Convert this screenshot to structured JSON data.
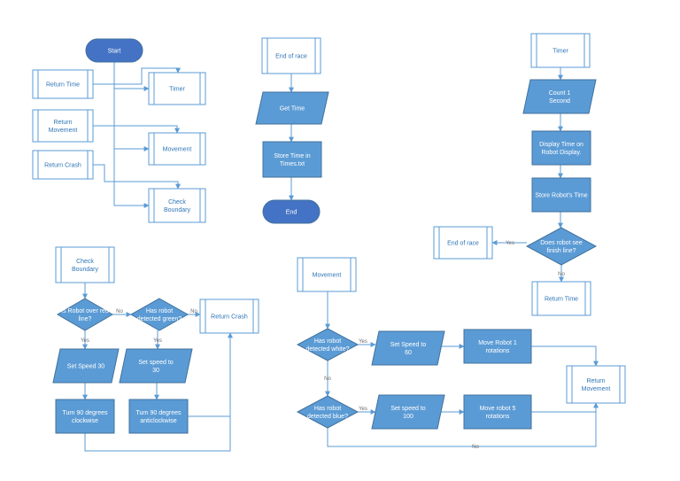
{
  "colors": {
    "fill": "#5b9bd5",
    "stroke": "#41719c",
    "terminal": "#4472c4",
    "line": "#5b9bd5",
    "text_on_fill": "#ffffff",
    "subprocess_text": "#2e75b6"
  },
  "main": {
    "start": "Start",
    "return_time": "Return Time",
    "return_movement": [
      "Return",
      "Movement"
    ],
    "return_crash": "Return Crash",
    "timer": "Timer",
    "movement": "Movement",
    "check_boundary": [
      "Check",
      "Boundary"
    ]
  },
  "end_of_race": {
    "title": "End of race",
    "get_time": "Get Time",
    "store_time": [
      "Store Time in",
      "Times.txt"
    ],
    "end": "End"
  },
  "timer": {
    "title": "Timer",
    "count": [
      "Count 1",
      "Second"
    ],
    "display": [
      "Display Time on",
      "Robot Display."
    ],
    "store": "Store Robot's Time",
    "decision": [
      "Does robot see",
      "finish line?"
    ],
    "end_of_race": "End of race",
    "return_time": "Return Time",
    "yes": "Yes",
    "no": "No"
  },
  "boundary": {
    "title": [
      "Check",
      "Boundary"
    ],
    "d1": [
      "Is Robot over red",
      "line?"
    ],
    "d2": [
      "Has robot",
      "detected green?"
    ],
    "return_crash": "Return Crash",
    "speed1": "Set Speed 30",
    "speed2": [
      "Set speed to",
      "30"
    ],
    "turn1": [
      "Turn 90 degrees",
      "clockwise"
    ],
    "turn2": [
      "Turn 90 degrees",
      "anticlockwise"
    ],
    "yes": "Yes",
    "no": "No"
  },
  "movement": {
    "title": "Movement",
    "d1": [
      "Has robot",
      "detected white?"
    ],
    "d2": [
      "Has robot",
      "detected blue?"
    ],
    "speed1": [
      "Set Speed to",
      "60"
    ],
    "speed2": [
      "Set speed to",
      "100"
    ],
    "move1": [
      "Move Robot 1",
      "rotations"
    ],
    "move2": [
      "Move robot 5",
      "rotations"
    ],
    "return_movement": [
      "Return",
      "Movement"
    ],
    "yes": "Yes",
    "no": "No"
  }
}
